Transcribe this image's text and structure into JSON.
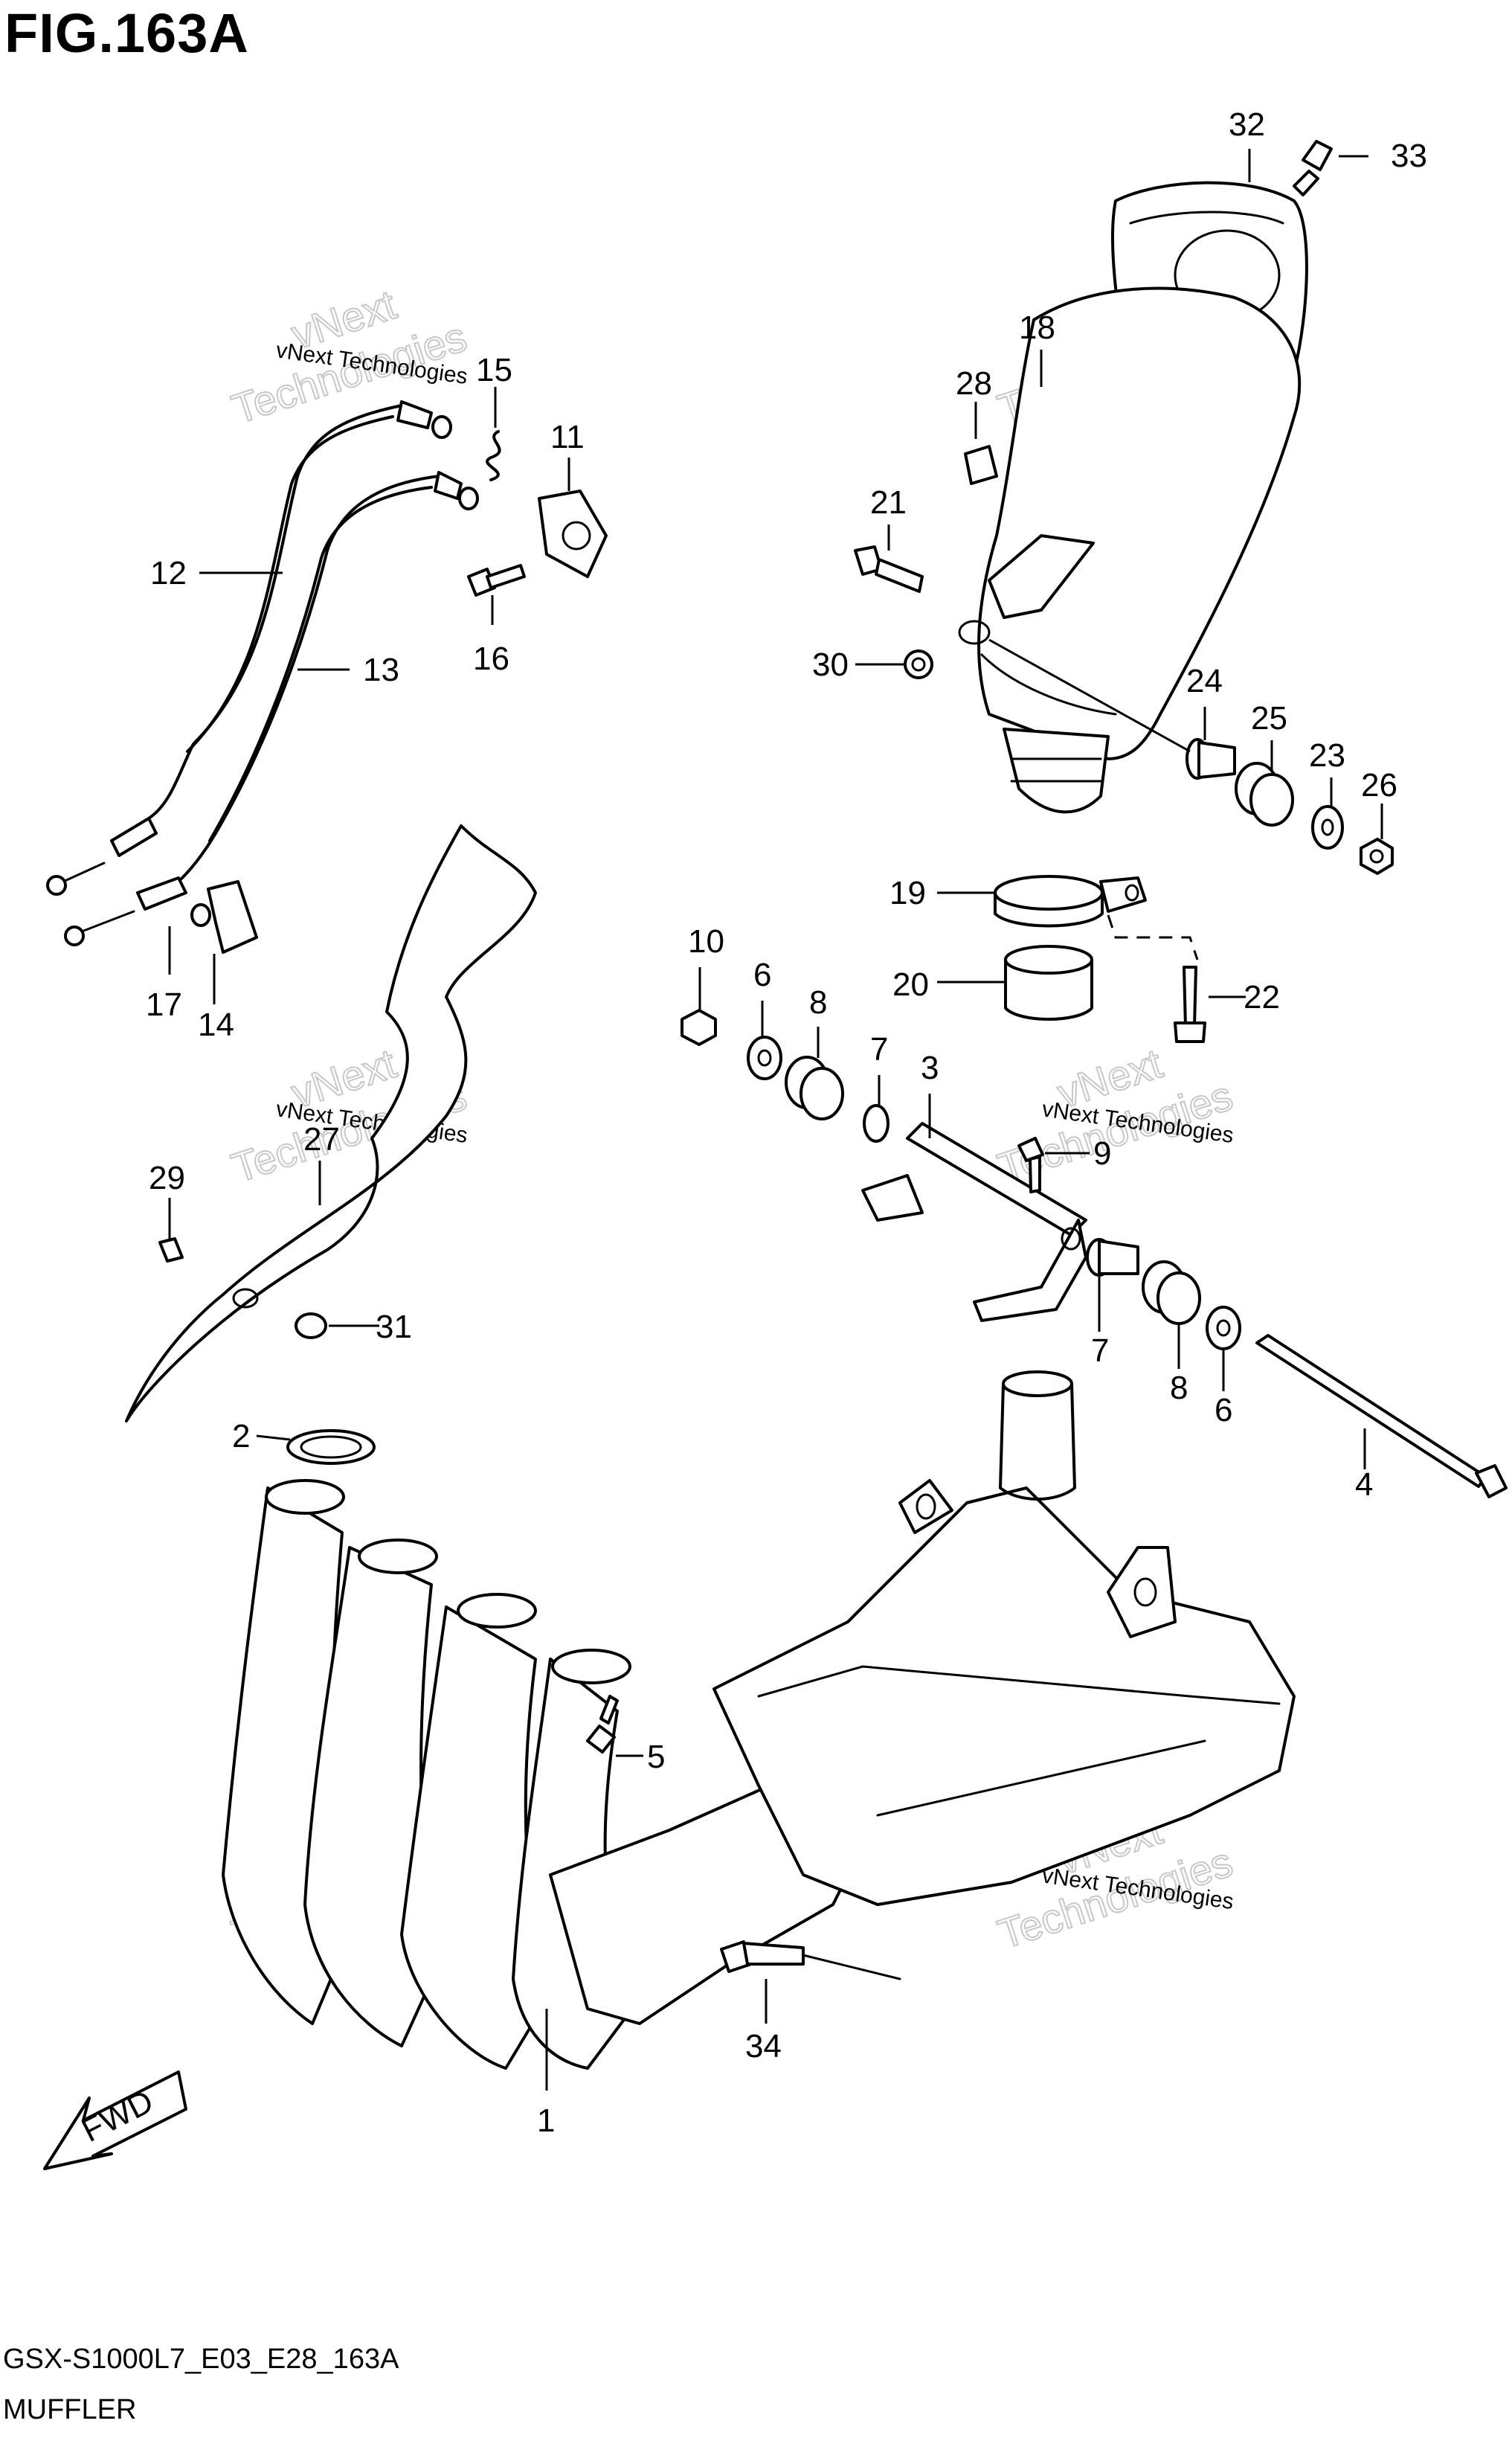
{
  "header": {
    "title": "FIG.163A"
  },
  "footer": {
    "code": "GSX-S1000L7_E03_E28_163A",
    "name": "MUFFLER"
  },
  "watermark": {
    "text": "vNext Technologies",
    "ghost_line1": "vNext",
    "ghost_line2": "Technologies"
  },
  "direction_arrow": {
    "label": "FWD"
  },
  "callouts": {
    "c1": "1",
    "c2": "2",
    "c3": "3",
    "c4": "4",
    "c5": "5",
    "c6a": "6",
    "c6b": "6",
    "c7a": "7",
    "c7b": "7",
    "c8a": "8",
    "c8b": "8",
    "c9": "9",
    "c10": "10",
    "c11": "11",
    "c12": "12",
    "c13": "13",
    "c14": "14",
    "c15": "15",
    "c16": "16",
    "c17": "17",
    "c18": "18",
    "c19": "19",
    "c20": "20",
    "c21": "21",
    "c22": "22",
    "c23": "23",
    "c24": "24",
    "c25": "25",
    "c26": "26",
    "c27": "27",
    "c28": "28",
    "c29": "29",
    "c30": "30",
    "c31": "31",
    "c32": "32",
    "c33": "33",
    "c34": "34"
  }
}
